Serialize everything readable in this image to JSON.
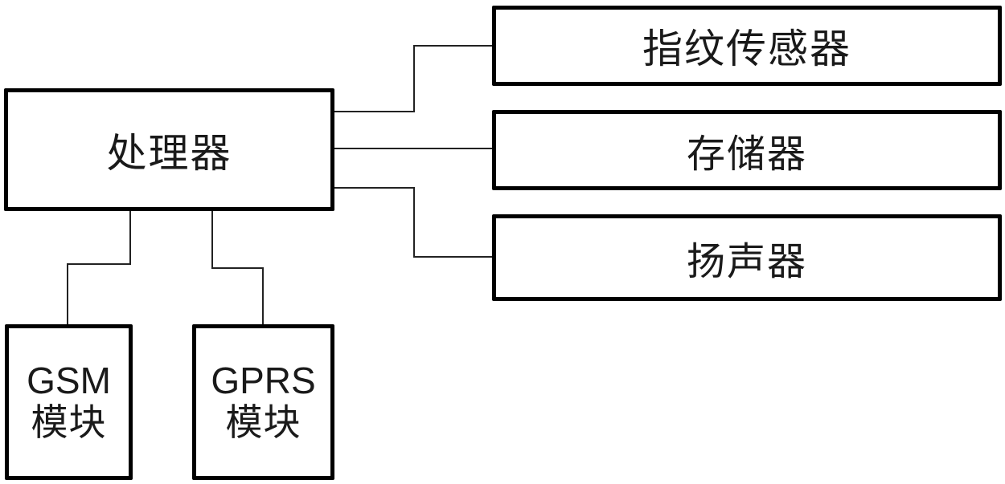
{
  "diagram": {
    "nodes": {
      "processor": {
        "label": "处理器"
      },
      "fingerprint_sensor": {
        "label": "指纹传感器"
      },
      "memory": {
        "label": "存储器"
      },
      "speaker": {
        "label": "扬声器"
      },
      "gsm_module": {
        "line1": "GSM",
        "line2": "模块"
      },
      "gprs_module": {
        "line1": "GPRS",
        "line2": "模块"
      }
    },
    "edges": [
      {
        "from": "processor",
        "to": "fingerprint_sensor"
      },
      {
        "from": "processor",
        "to": "memory"
      },
      {
        "from": "processor",
        "to": "speaker"
      },
      {
        "from": "processor",
        "to": "gsm_module"
      },
      {
        "from": "processor",
        "to": "gprs_module"
      }
    ]
  }
}
